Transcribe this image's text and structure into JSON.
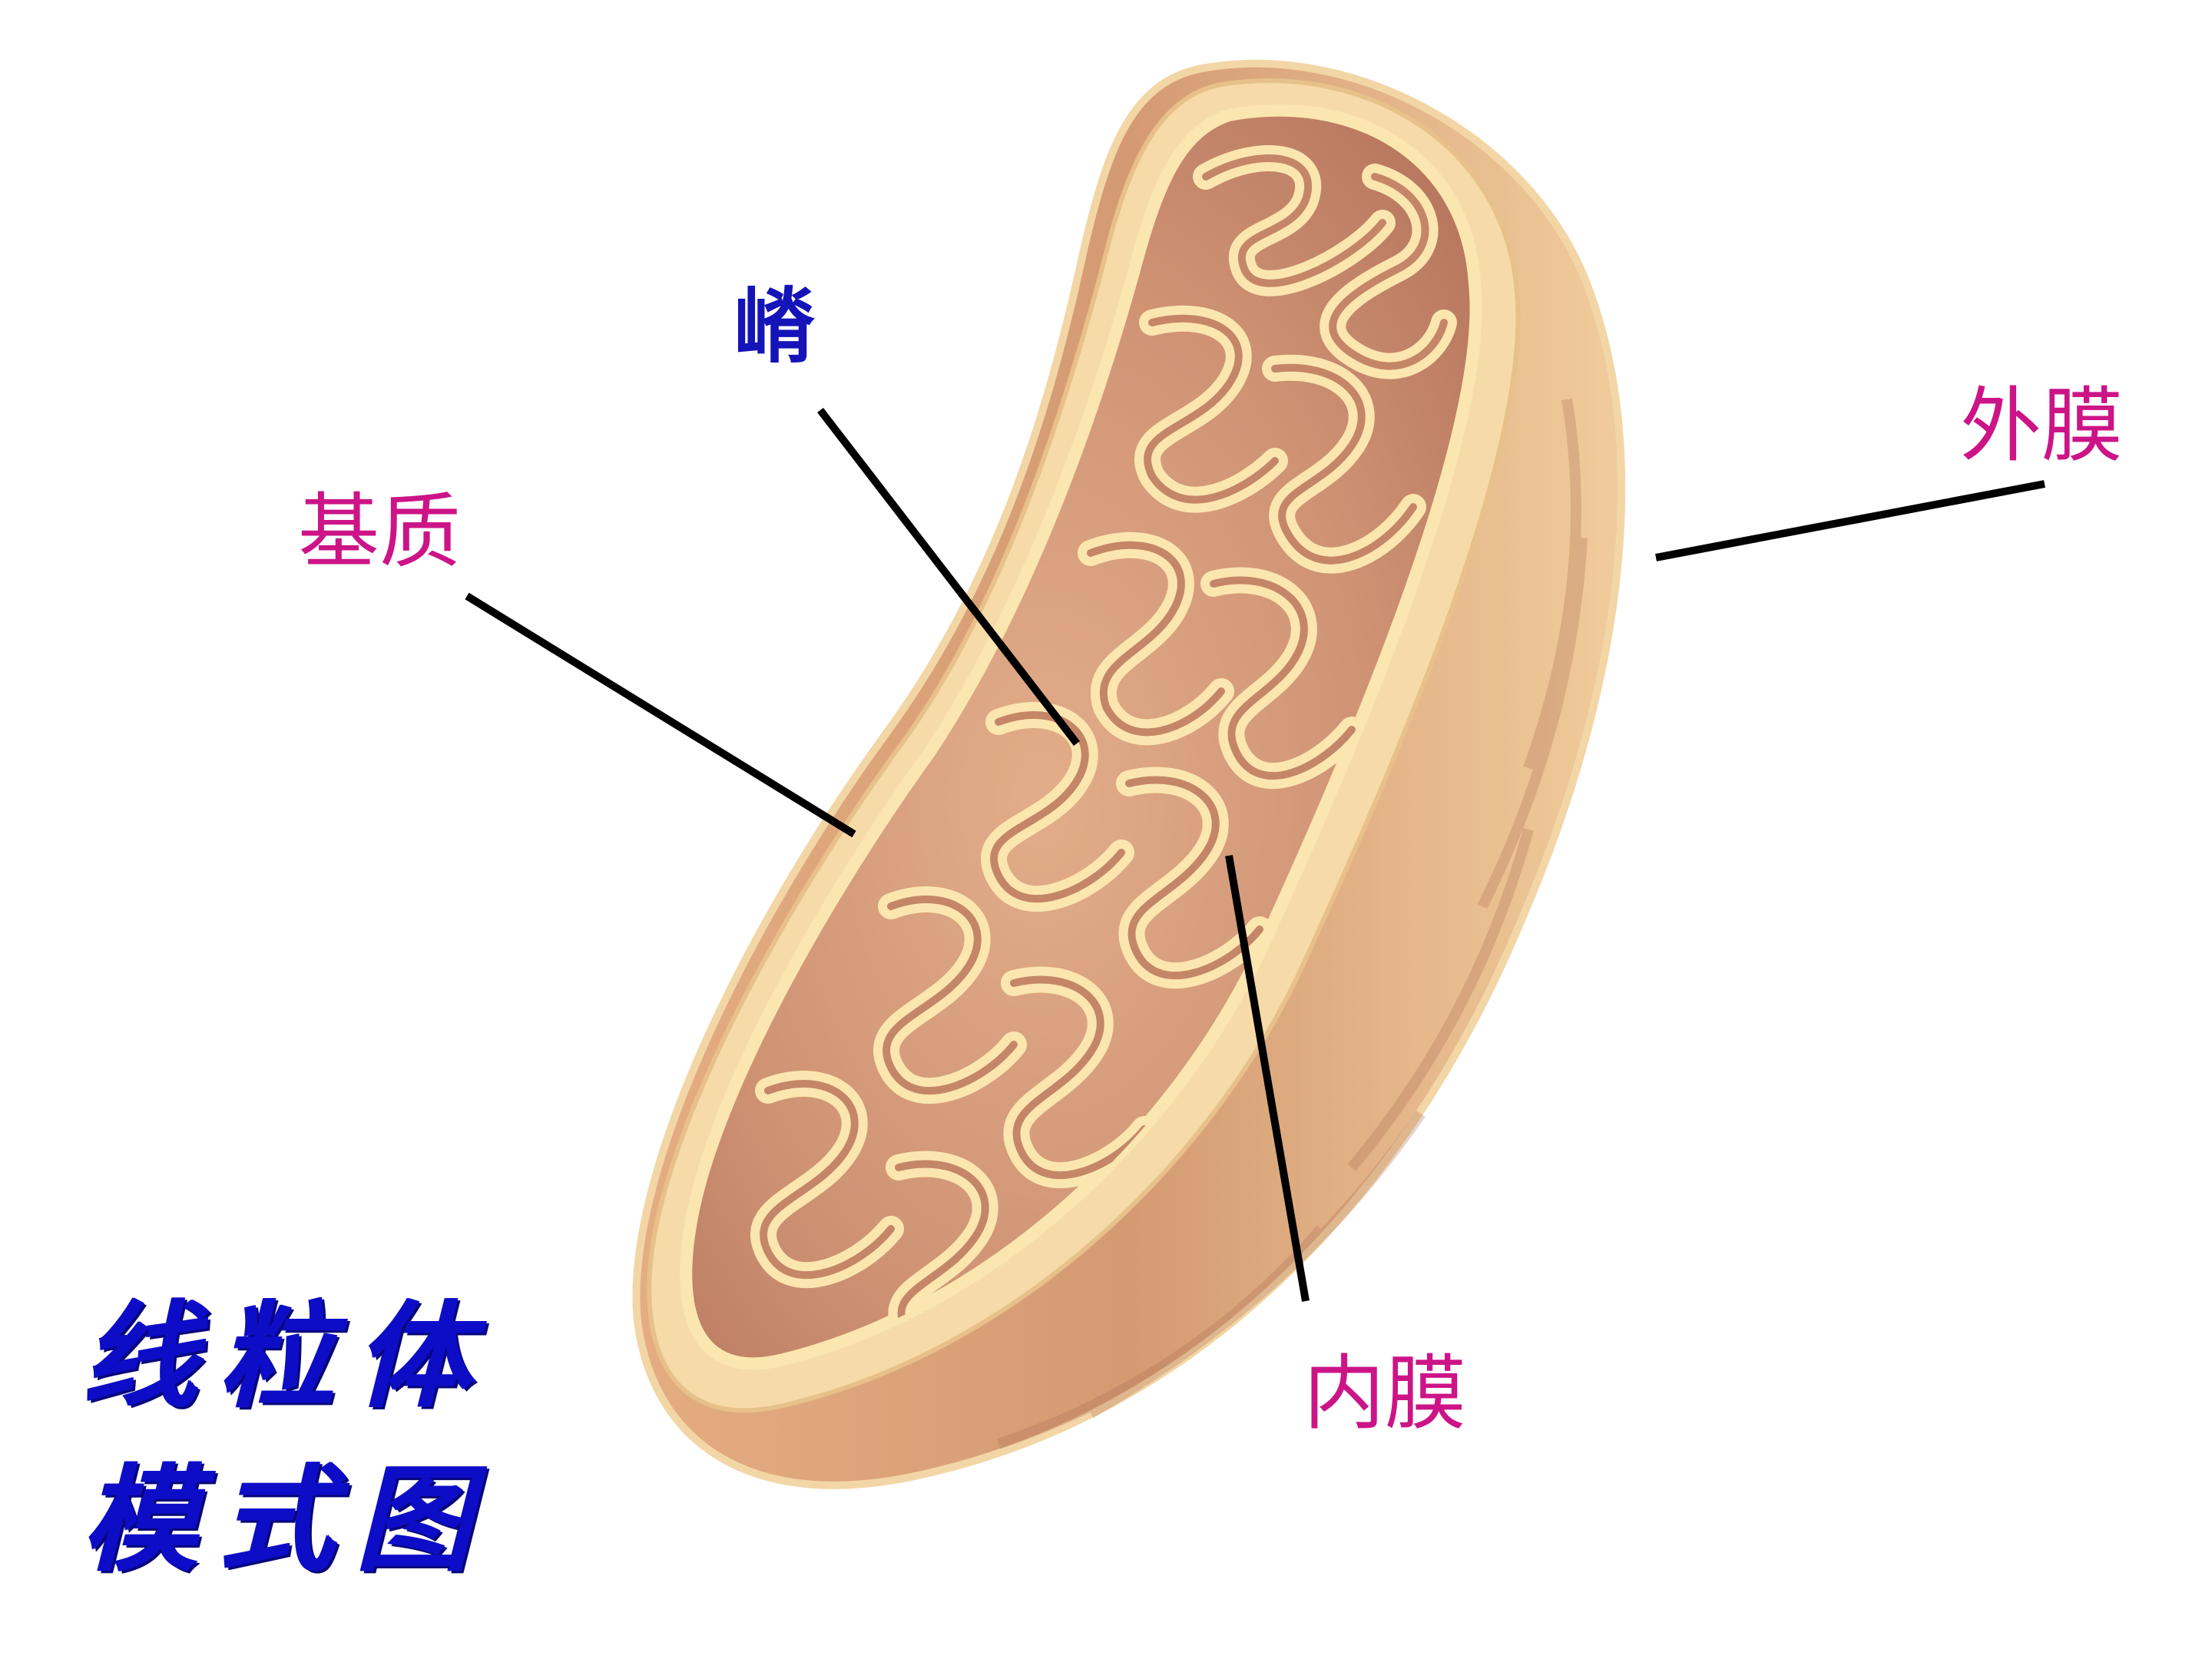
{
  "labels": {
    "crista": "嵴",
    "matrix": "基质",
    "outer_membrane": "外膜",
    "inner_membrane": "内膜"
  },
  "title": {
    "line1": "线粒体",
    "line2": "模式图"
  },
  "colors": {
    "label_pink": "#cc1487",
    "label_blue": "#1414b8",
    "title_blue": "#0d0dc8",
    "leader_line": "#000000",
    "membrane_light": "#fbe6b0",
    "membrane_mid": "#efc98d",
    "interior_tan": "#d79f7c",
    "interior_shadow": "#b97b64"
  }
}
